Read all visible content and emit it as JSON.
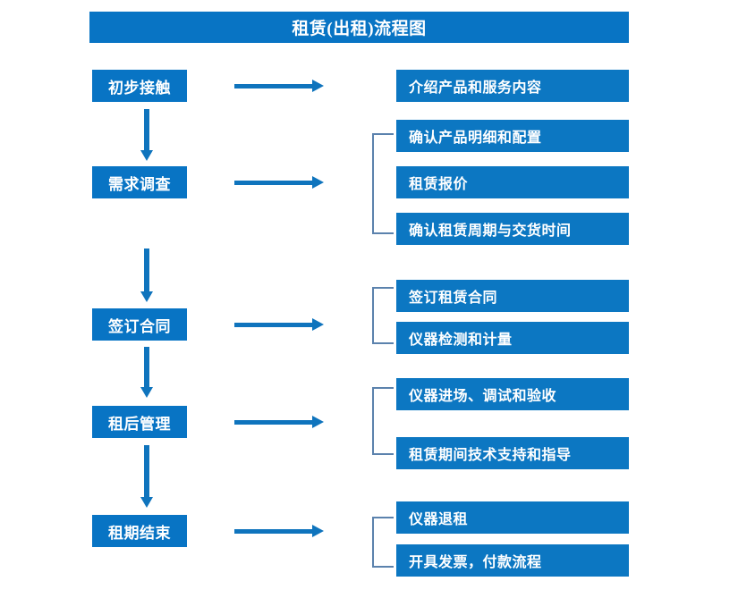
{
  "diagram": {
    "title": "租赁(出租)流程图",
    "colors": {
      "primary_blue": "#0874c4",
      "box_blue": "#0c77c2",
      "arrow_blue": "#0f74bd",
      "bracket_blue": "#5b82ad",
      "text_white": "#ffffff",
      "background": "#ffffff"
    },
    "stages": [
      {
        "label": "初步接触",
        "details": [
          "介绍产品和服务内容"
        ],
        "has_bracket": false
      },
      {
        "label": "需求调查",
        "details": [
          "确认产品明细和配置",
          "租赁报价",
          "确认租赁周期与交货时间"
        ],
        "has_bracket": true
      },
      {
        "label": "签订合同",
        "details": [
          "签订租赁合同",
          "仪器检测和计量"
        ],
        "has_bracket": true
      },
      {
        "label": "租后管理",
        "details": [
          "仪器进场、调试和验收",
          "租赁期间技术支持和指导"
        ],
        "has_bracket": true
      },
      {
        "label": "租期结束",
        "details": [
          "仪器退租",
          "开具发票，付款流程"
        ],
        "has_bracket": true
      }
    ],
    "icons": {
      "flow_arrow_right": "right-arrow-icon",
      "flow_arrow_down": "down-arrow-icon",
      "group_bracket": "bracket-icon"
    }
  }
}
